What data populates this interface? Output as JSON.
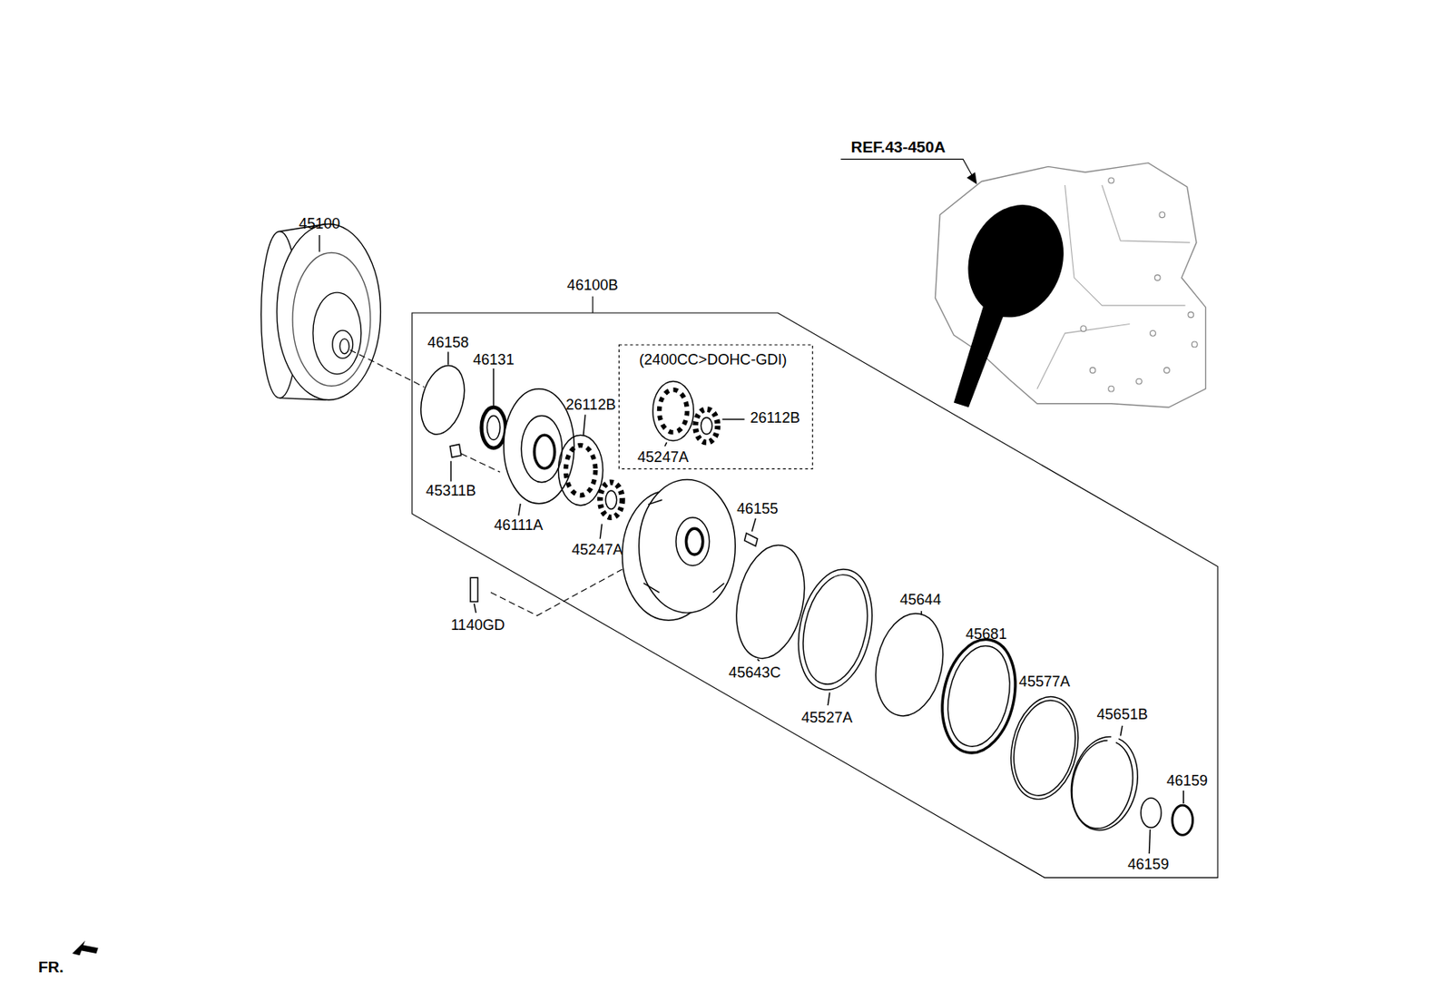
{
  "diagram": {
    "nodes": [
      {
        "text": [
          "46100B"
        ]
      },
      {
        "text": [
          "(2400CC>DOHC-GDI)",
          "45247A",
          "26112B"
        ],
        "in": 0
      }
    ],
    "labels": [
      "REF.43-450A",
      "45100",
      "46158",
      "46131",
      "26112B",
      "45311B",
      "46111A",
      "45247A",
      "46155",
      "1140GD",
      "45644",
      "45681",
      "45643C",
      "45527A",
      "45577A",
      "45651B",
      "46159",
      "46159",
      "FR."
    ]
  }
}
